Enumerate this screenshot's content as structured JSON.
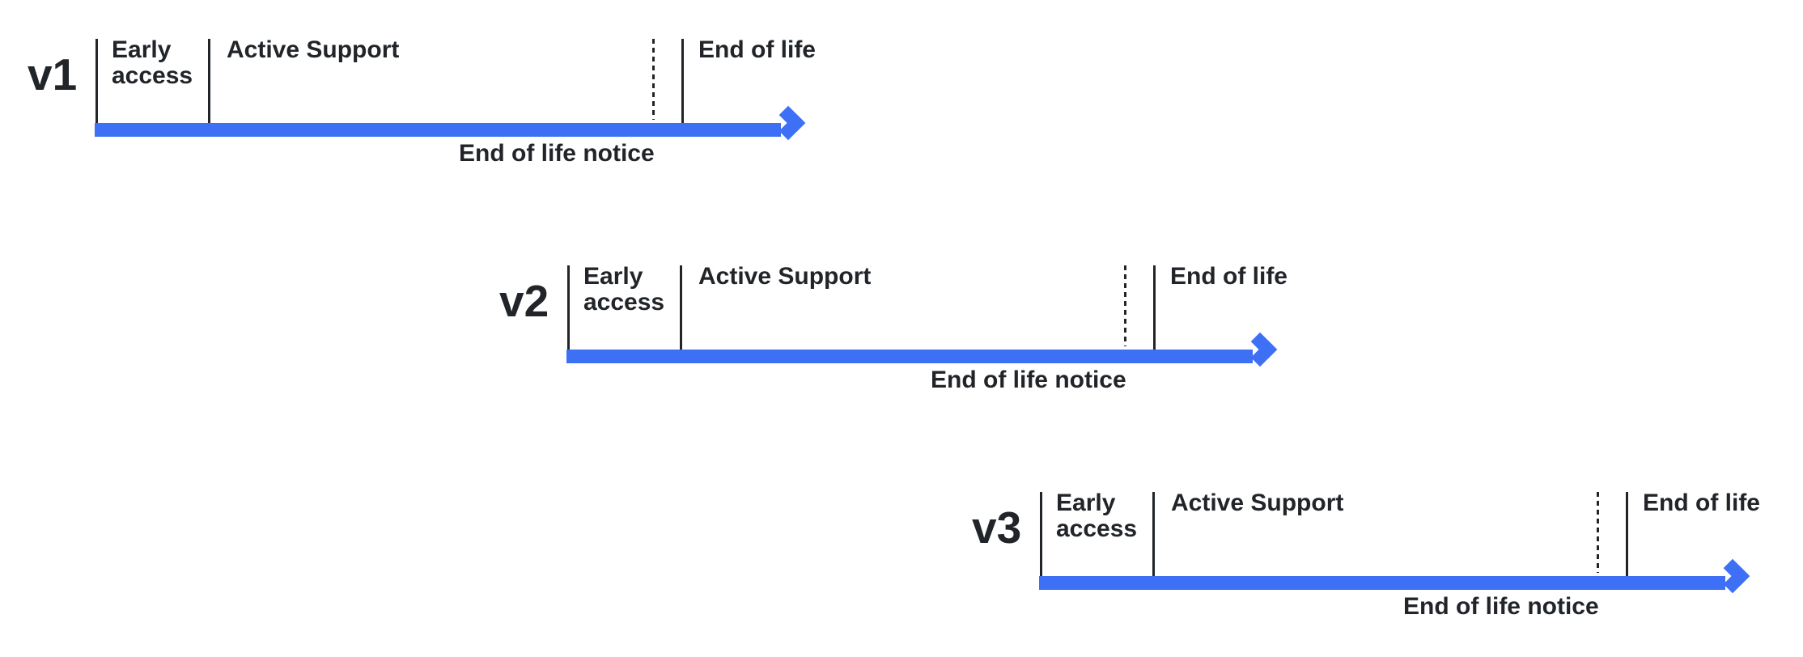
{
  "colors": {
    "accent_blue": "#3d70f5",
    "ink": "#212529",
    "page_bg": "#ffffff"
  },
  "timelines": [
    {
      "version": "v1",
      "phases": {
        "early_access": "Early access",
        "active_support": "Active Support",
        "end_of_life": "End of life",
        "end_of_life_notice": "End of life notice"
      }
    },
    {
      "version": "v2",
      "phases": {
        "early_access": "Early access",
        "active_support": "Active Support",
        "end_of_life": "End of life",
        "end_of_life_notice": "End of life notice"
      }
    },
    {
      "version": "v3",
      "phases": {
        "early_access": "Early access",
        "active_support": "Active Support",
        "end_of_life": "End of life",
        "end_of_life_notice": "End of life notice"
      }
    }
  ]
}
